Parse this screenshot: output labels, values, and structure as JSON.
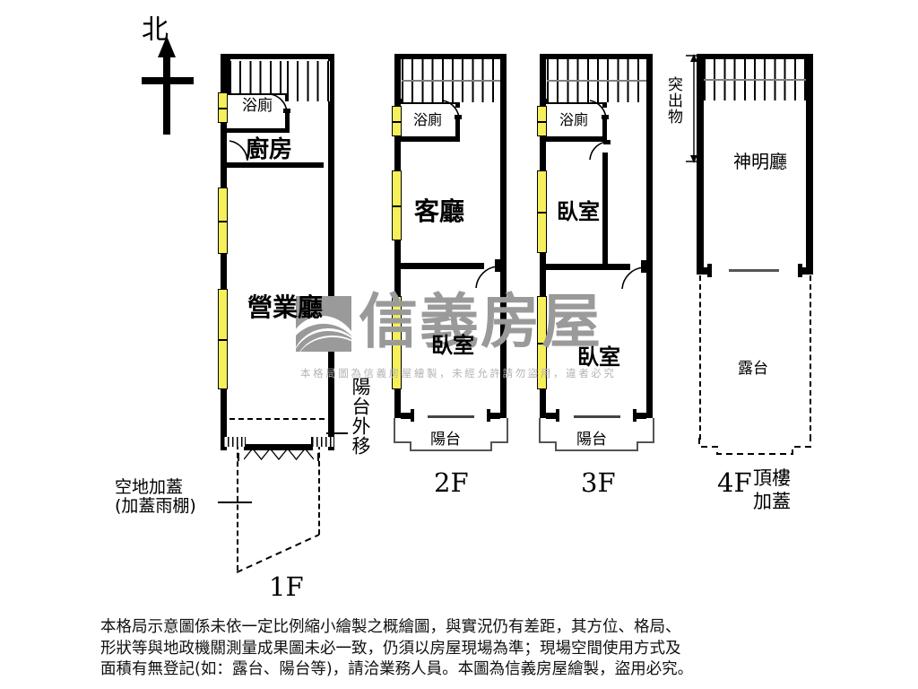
{
  "compass": {
    "label": "北",
    "icon": "north-arrow-icon"
  },
  "watermark": {
    "brand": "信義房屋",
    "note": "本格局圖為信義房屋繪製，未經允許請勿盜用，違者必究",
    "logo_color": "#9a9a9a"
  },
  "colors": {
    "wall": "#000000",
    "window": "#f5ef5a",
    "watermark": "#9a9a9a",
    "paper": "#ffffff"
  },
  "floors": [
    {
      "id": "1F",
      "caption": "1F",
      "rooms": [
        {
          "name": "浴廁",
          "key": "bathroom"
        },
        {
          "name": "廚房",
          "key": "kitchen"
        },
        {
          "name": "營業廳",
          "key": "business-hall"
        }
      ],
      "annotations": [
        {
          "text": "陽台外移",
          "key": "balcony-moved-out",
          "orientation": "vertical"
        },
        {
          "text": "空地加蓋",
          "key": "open-space-addition",
          "orientation": "horizontal"
        },
        {
          "text": "(加蓋雨棚)",
          "key": "canopy-addition",
          "orientation": "horizontal"
        }
      ]
    },
    {
      "id": "2F",
      "caption": "2F",
      "rooms": [
        {
          "name": "浴廁",
          "key": "bathroom"
        },
        {
          "name": "客廳",
          "key": "living-room"
        },
        {
          "name": "臥室",
          "key": "bedroom"
        },
        {
          "name": "陽台",
          "key": "balcony"
        }
      ],
      "annotations": []
    },
    {
      "id": "3F",
      "caption": "3F",
      "rooms": [
        {
          "name": "浴廁",
          "key": "bathroom"
        },
        {
          "name": "臥室",
          "key": "bedroom-1"
        },
        {
          "name": "臥室",
          "key": "bedroom-2"
        },
        {
          "name": "陽台",
          "key": "balcony"
        }
      ],
      "annotations": []
    },
    {
      "id": "4F",
      "caption": "4F",
      "caption_suffix_line1": "頂樓",
      "caption_suffix_line2": "加蓋",
      "rooms": [
        {
          "name": "神明廳",
          "key": "shrine-hall"
        },
        {
          "name": "露台",
          "key": "terrace"
        }
      ],
      "annotations": [
        {
          "text": "突出物",
          "key": "protrusion",
          "orientation": "vertical"
        }
      ]
    }
  ],
  "disclaimer": {
    "line1": "本格局示意圖係未依一定比例縮小繪製之概繪圖，與實況仍有差距，其方位、格局、",
    "line2": "形狀等與地政機關測量成果圖未必一致，仍須以房屋現場為準；現場空間使用方式及",
    "line3": "面積有無登記(如：露台、陽台等)，請洽業務人員。本圖為信義房屋繪製，盜用必究。"
  }
}
